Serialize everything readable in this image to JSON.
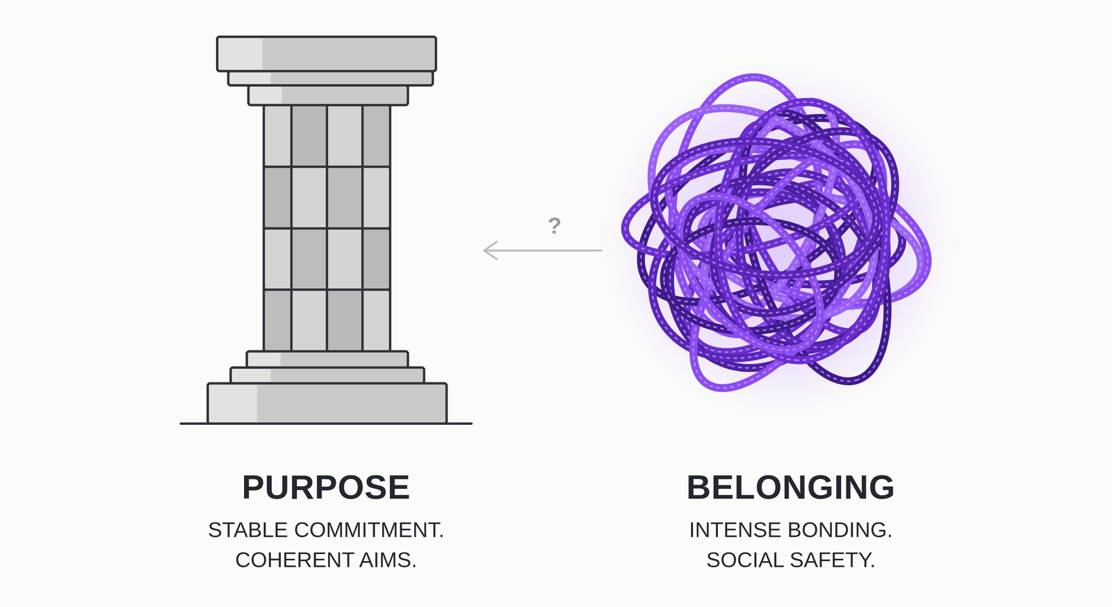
{
  "diagram": {
    "nodes": [
      {
        "text": [
          "PURPOSE",
          "STABLE COMMITMENT. COHERENT AIMS."
        ]
      },
      {
        "text": [
          "BELONGING",
          "INTENSE BONDING. SOCIAL SAFETY."
        ]
      }
    ],
    "edges": [
      {
        "from": 1,
        "to": 0,
        "arrow": "to",
        "label": "?"
      }
    ]
  }
}
